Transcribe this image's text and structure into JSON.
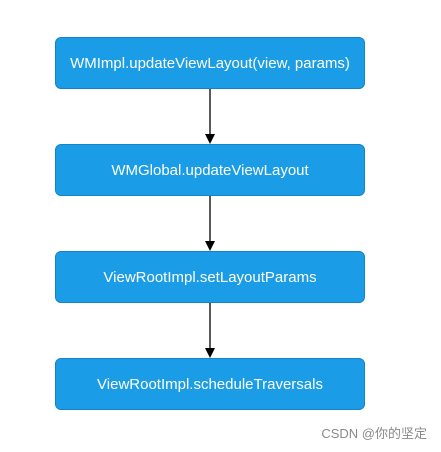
{
  "nodes": [
    {
      "id": "n1",
      "label": "WMImpl.updateViewLayout(view, params)"
    },
    {
      "id": "n2",
      "label": "WMGlobal.updateViewLayout"
    },
    {
      "id": "n3",
      "label": "ViewRootImpl.setLayoutParams"
    },
    {
      "id": "n4",
      "label": "ViewRootImpl.scheduleTraversals"
    }
  ],
  "edges": [
    {
      "from": "n1",
      "to": "n2"
    },
    {
      "from": "n2",
      "to": "n3"
    },
    {
      "from": "n3",
      "to": "n4"
    }
  ],
  "colors": {
    "node_fill": "#1a9de6",
    "node_border": "#1682c7",
    "node_text": "#ffffff",
    "edge": "#000000"
  },
  "watermark": "CSDN @你的坚定"
}
